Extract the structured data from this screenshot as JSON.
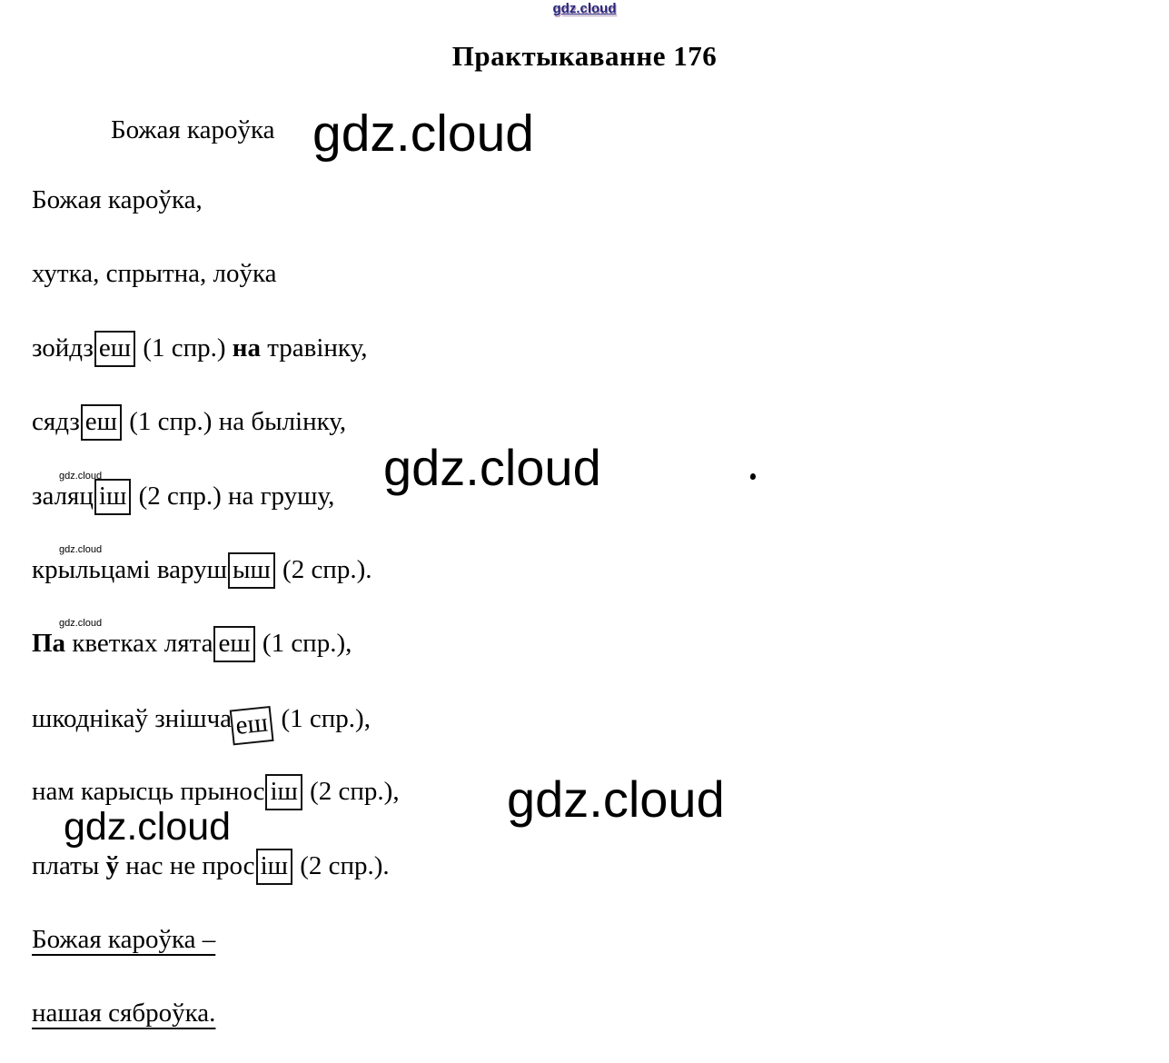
{
  "page": {
    "title": "Практыкаванне 176",
    "subtitle": "Божая кароўка"
  },
  "watermarks": {
    "top": "gdz.cloud",
    "beside_subtitle": "gdz.cloud",
    "center": "gdz.cloud",
    "right": "gdz.cloud",
    "left": "gdz.cloud",
    "tiny": "gdz.cloud"
  },
  "poem": {
    "lines": [
      {
        "segments": [
          {
            "text": "Божая кароўка,"
          }
        ]
      },
      {
        "segments": [
          {
            "text": "хутка, спрытна, лоўка"
          }
        ]
      },
      {
        "segments": [
          {
            "text": "зойдз"
          },
          {
            "text": "еш",
            "box": true
          },
          {
            "text": " (1 спр.) "
          },
          {
            "text": "на",
            "bold": true
          },
          {
            "text": " травінку,"
          }
        ]
      },
      {
        "segments": [
          {
            "text": "сядз"
          },
          {
            "text": "еш",
            "box": true
          },
          {
            "text": " (1 спр.) на былінку,"
          }
        ]
      },
      {
        "mark": true,
        "segments": [
          {
            "text": "заляц"
          },
          {
            "text": "іш",
            "box": true
          },
          {
            "text": " (2 спр.) на грушу,"
          }
        ]
      },
      {
        "mark": true,
        "segments": [
          {
            "text": "крыльцамі варуш"
          },
          {
            "text": "ыш",
            "box": true
          },
          {
            "text": " (2 спр.)."
          }
        ]
      },
      {
        "mark": true,
        "segments": [
          {
            "text": "Па",
            "bold": true
          },
          {
            "text": " кветках лята"
          },
          {
            "text": "еш",
            "box": true
          },
          {
            "text": " (1 спр.),"
          }
        ]
      },
      {
        "segments": [
          {
            "text": "шкоднікаў знішча"
          },
          {
            "text": "еш",
            "box": true,
            "tilt": true
          },
          {
            "text": " (1 спр.),"
          }
        ]
      },
      {
        "segments": [
          {
            "text": "нам карысць прынос"
          },
          {
            "text": "іш",
            "box": true
          },
          {
            "text": " (2 спр.),"
          }
        ]
      },
      {
        "segments": [
          {
            "text": "платы "
          },
          {
            "text": "ў",
            "bold": true
          },
          {
            "text": " нас не прос"
          },
          {
            "text": "іш",
            "box": true
          },
          {
            "text": " (2 спр.)."
          }
        ]
      },
      {
        "underline": true,
        "segments": [
          {
            "text": "Божая кароўка –"
          }
        ]
      },
      {
        "underline": true,
        "segments": [
          {
            "text": "нашая сяброўка."
          }
        ]
      }
    ]
  }
}
